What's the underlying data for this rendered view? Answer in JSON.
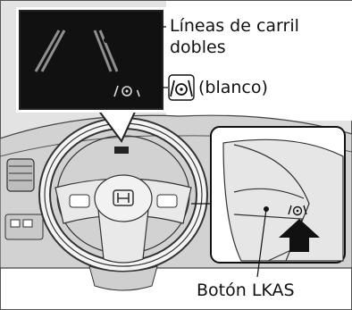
{
  "callouts": {
    "lane_lines": {
      "line1": "Líneas de carril",
      "line2": "dobles"
    },
    "indicator_label": "(blanco)",
    "button_label": "Botón LKAS"
  },
  "icons": {
    "indicator": "lkas-steering-icon",
    "button": "lkas-button-icon",
    "press_arrow": "press-arrow-icon"
  },
  "colors": {
    "display_bg": "#111111",
    "lane_line": "#9a9a9a",
    "background_panel": "#d9d9d9",
    "arrow": "#111111"
  }
}
